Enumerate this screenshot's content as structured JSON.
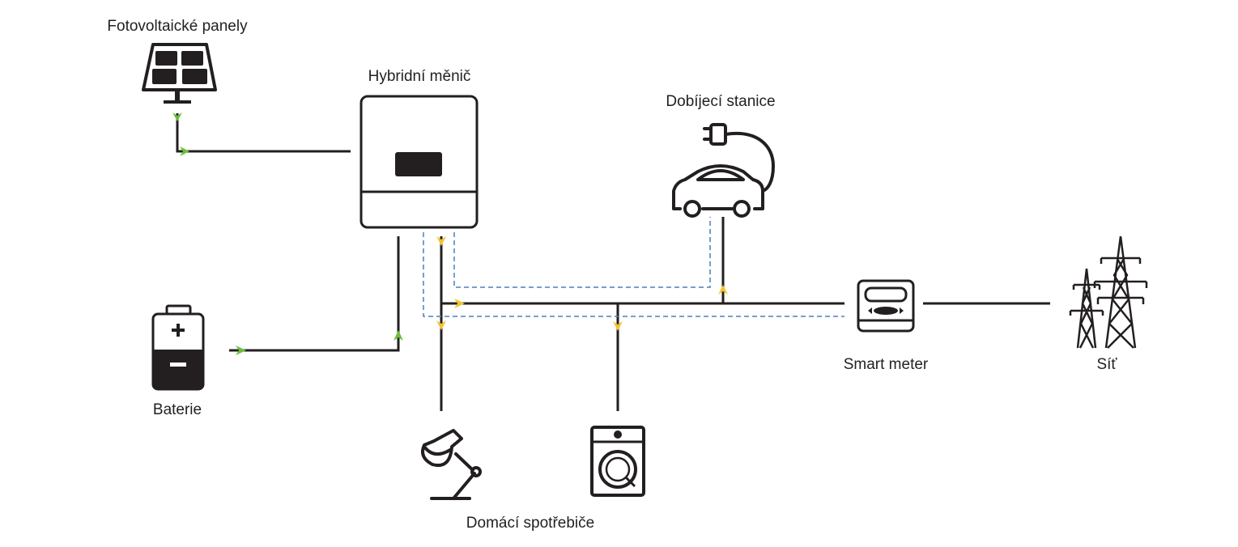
{
  "labels": {
    "solar": "Fotovoltaické panely",
    "inverter": "Hybridní měnič",
    "charger": "Dobíjecí stanice",
    "battery": "Baterie",
    "meter": "Smart meter",
    "grid": "Síť",
    "appliances": "Domácí spotřebiče"
  },
  "colors": {
    "line": "#231f20",
    "dashed": "#4a7fc1",
    "arrow_green": "#6abf3a",
    "arrow_yellow": "#f2c230",
    "icon": "#231f20"
  },
  "icons": {
    "solar": "solar-panel-icon",
    "inverter": "inverter-icon",
    "charger": "ev-charger-icon",
    "battery": "battery-icon",
    "meter": "smart-meter-icon",
    "grid": "power-pylon-icon",
    "lamp": "desk-lamp-icon",
    "washer": "washing-machine-icon"
  }
}
